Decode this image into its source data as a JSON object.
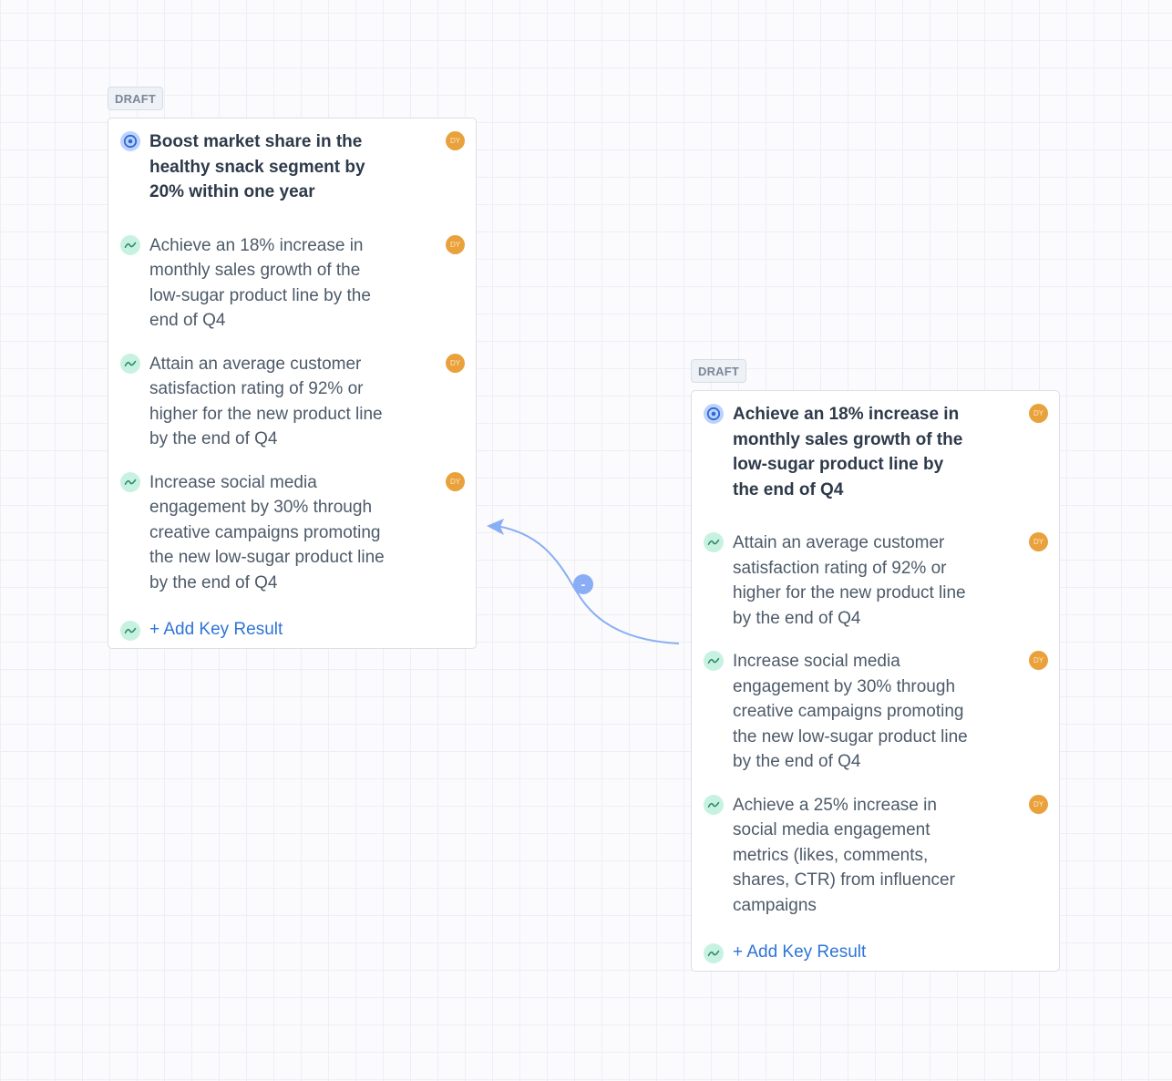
{
  "cards": [
    {
      "status": "DRAFT",
      "objective": {
        "title": "Boost market share in the healthy snack segment by 20% within one year",
        "owner_initials": "DY",
        "icon": "target-icon"
      },
      "key_results": [
        {
          "title": "Achieve an 18% increase in monthly sales growth of the low-sugar product line by the end of Q4",
          "owner_initials": "DY",
          "icon": "trend-line-icon"
        },
        {
          "title": "Attain an average customer satisfaction rating of 92% or higher for the new product line by the end of Q4",
          "owner_initials": "DY",
          "icon": "trend-line-icon"
        },
        {
          "title": "Increase social media engagement by 30% through creative campaigns promoting the new low-sugar product line by the end of Q4",
          "owner_initials": "DY",
          "icon": "trend-line-icon"
        }
      ],
      "add_key_result_label": "+ Add Key Result"
    },
    {
      "status": "DRAFT",
      "objective": {
        "title": "Achieve an 18% increase in monthly sales growth of the low-sugar product line by the end of Q4",
        "owner_initials": "DY",
        "icon": "target-icon"
      },
      "key_results": [
        {
          "title": "Attain an average customer satisfaction rating of 92% or higher for the new product line by the end of Q4",
          "owner_initials": "DY",
          "icon": "trend-line-icon"
        },
        {
          "title": "Increase social media engagement by 30% through creative campaigns promoting the new low-sugar product line by the end of Q4",
          "owner_initials": "DY",
          "icon": "trend-line-icon"
        },
        {
          "title": "Achieve a 25% increase in social media engagement metrics (likes, comments, shares, CTR) from influencer campaigns",
          "owner_initials": "DY",
          "icon": "trend-line-icon"
        }
      ],
      "add_key_result_label": "+ Add Key Result"
    }
  ],
  "connector": {
    "handle_label": "-",
    "color": "#8aaef5"
  },
  "colors": {
    "avatar": "#e9a13b",
    "objective_icon_bg": "#bcd2fb",
    "key_result_icon_bg": "#c7f2e1",
    "link": "#2e74d8"
  }
}
